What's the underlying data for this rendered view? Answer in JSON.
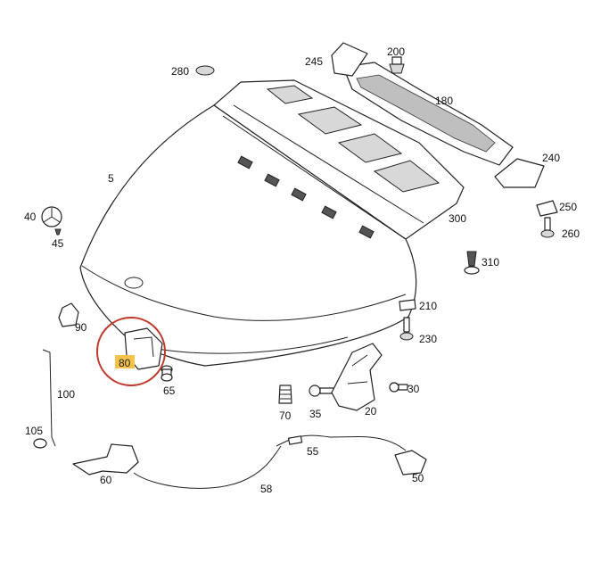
{
  "labels": {
    "p280": "280",
    "p245": "245",
    "p200": "200",
    "p180": "180",
    "p240": "240",
    "p5": "5",
    "p40": "40",
    "p45": "45",
    "p250": "250",
    "p260": "260",
    "p300": "300",
    "p310": "310",
    "p210": "210",
    "p230": "230",
    "p90": "90",
    "p80": "80",
    "p65": "65",
    "p100": "100",
    "p70": "70",
    "p35": "35",
    "p20": "20",
    "p30": "30",
    "p105": "105",
    "p55": "55",
    "p60": "60",
    "p58": "58",
    "p50": "50"
  },
  "highlight": {
    "part": "80",
    "circle_color": "#c0392b",
    "label_bg": "#f5c24a"
  }
}
